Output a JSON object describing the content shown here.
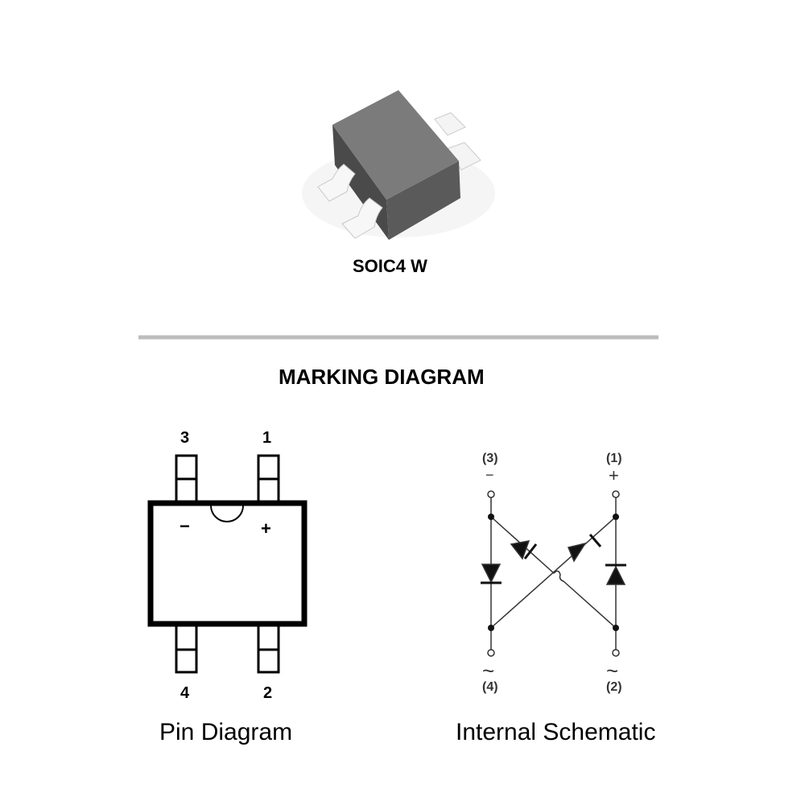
{
  "package": {
    "name": "SOIC4 W"
  },
  "section_title": "MARKING DIAGRAM",
  "pin_diagram": {
    "caption": "Pin Diagram",
    "pins": {
      "top_left": "3",
      "top_right": "1",
      "bottom_left": "4",
      "bottom_right": "2"
    },
    "minus_mark": "−",
    "plus_mark": "+"
  },
  "schematic": {
    "caption": "Internal Schematic",
    "pin3": "(3)",
    "pin1": "(1)",
    "pin4": "(4)",
    "pin2": "(2)",
    "minus": "−",
    "plus": "+",
    "ac_left": "~",
    "ac_right": "~"
  },
  "colors": {
    "separator": "#bdbdbd",
    "chip_body": "#7b7b7b"
  }
}
